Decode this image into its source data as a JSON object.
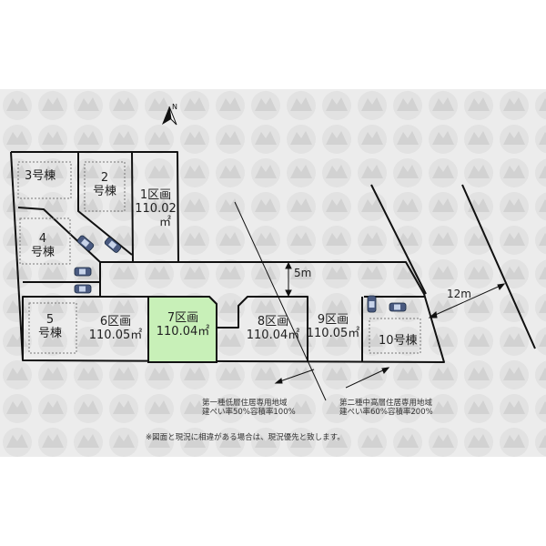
{
  "colors": {
    "highlight_lot": "#c8f0b8",
    "watermark": "#e4e4e4",
    "line": "#111111"
  },
  "houses": [
    {
      "id": "h3",
      "label": "3号棟"
    },
    {
      "id": "h2",
      "label_line1": "2",
      "label_line2": "号棟"
    },
    {
      "id": "h4",
      "label_line1": "4",
      "label_line2": "号棟"
    },
    {
      "id": "h5",
      "label_line1": "5",
      "label_line2": "号棟"
    },
    {
      "id": "h10",
      "label": "10号棟"
    }
  ],
  "lots": [
    {
      "id": "lot1",
      "label": "1区画",
      "area": "110.02",
      "unit": "㎡"
    },
    {
      "id": "lot6",
      "label": "6区画",
      "area": "110.05㎡"
    },
    {
      "id": "lot7",
      "label": "7区画",
      "area": "110.04㎡",
      "highlighted": true
    },
    {
      "id": "lot8",
      "label": "8区画",
      "area": "110.04㎡"
    },
    {
      "id": "lot9",
      "label": "9区画",
      "area": "110.05㎡"
    }
  ],
  "roads": {
    "inner_width": "5m",
    "outer_width": "12m"
  },
  "zoning": {
    "left_line1": "第一種低層住居専用地域",
    "left_line2": "建ぺい率50%容積率100%",
    "right_line1": "第二種中高層住居専用地域",
    "right_line2": "建ぺい率60%容積率200%"
  },
  "note": "※図面と現況に相違がある場合は、現況優先と致します。",
  "icons": [
    "north-arrow-icon",
    "car-icon"
  ]
}
